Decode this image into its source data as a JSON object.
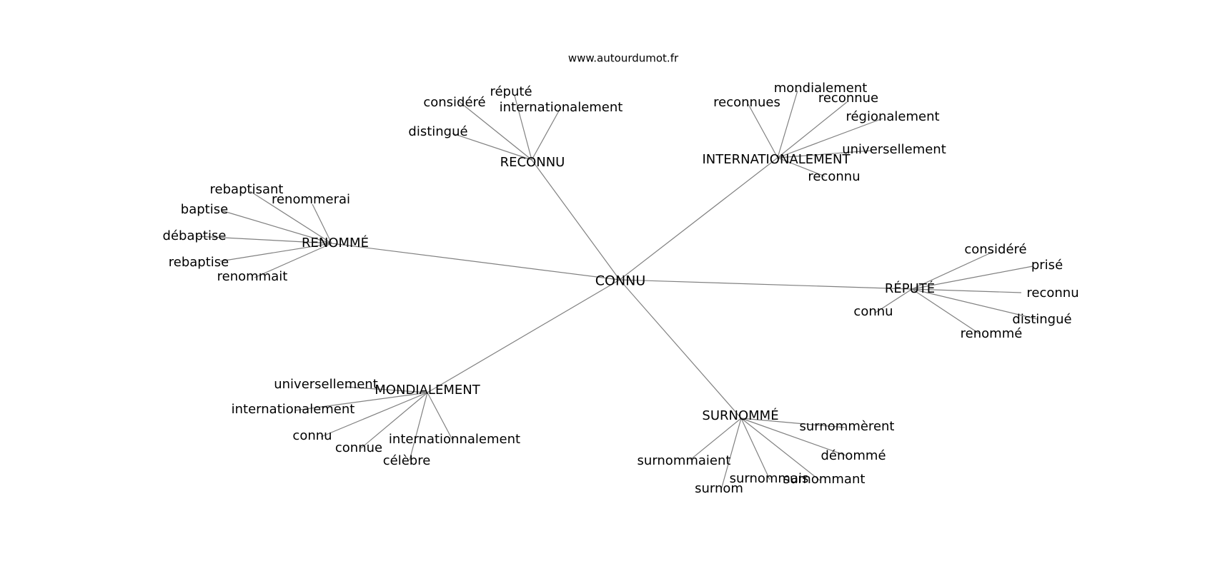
{
  "site": "www.autourdumot.fr",
  "center": "CONNU",
  "hubs": [
    {
      "key": "reconnu",
      "label": "RECONNU",
      "leaves": [
        "considéré",
        "réputé",
        "internationalement",
        "distingué"
      ]
    },
    {
      "key": "internationalement",
      "label": "INTERNATIONALEMENT",
      "leaves": [
        "mondialement",
        "reconnues",
        "reconnue",
        "régionalement",
        "universellement",
        "reconnu"
      ]
    },
    {
      "key": "renomme",
      "label": "RENOMMÉ",
      "leaves": [
        "rebaptisant",
        "renommerai",
        "baptise",
        "débaptise",
        "rebaptise",
        "renommait"
      ]
    },
    {
      "key": "repute",
      "label": "RÉPUTÉ",
      "leaves": [
        "considéré",
        "prisé",
        "reconnu",
        "connu",
        "distingué",
        "renommé"
      ]
    },
    {
      "key": "mondialement",
      "label": "MONDIALEMENT",
      "leaves": [
        "universellement",
        "internationalement",
        "connu",
        "connue",
        "internationnalement",
        "célèbre"
      ]
    },
    {
      "key": "surnomme",
      "label": "SURNOMMÉ",
      "leaves": [
        "surnommèrent",
        "dénommé",
        "surnommaient",
        "surnommais",
        "surnommant",
        "surnom"
      ]
    }
  ]
}
